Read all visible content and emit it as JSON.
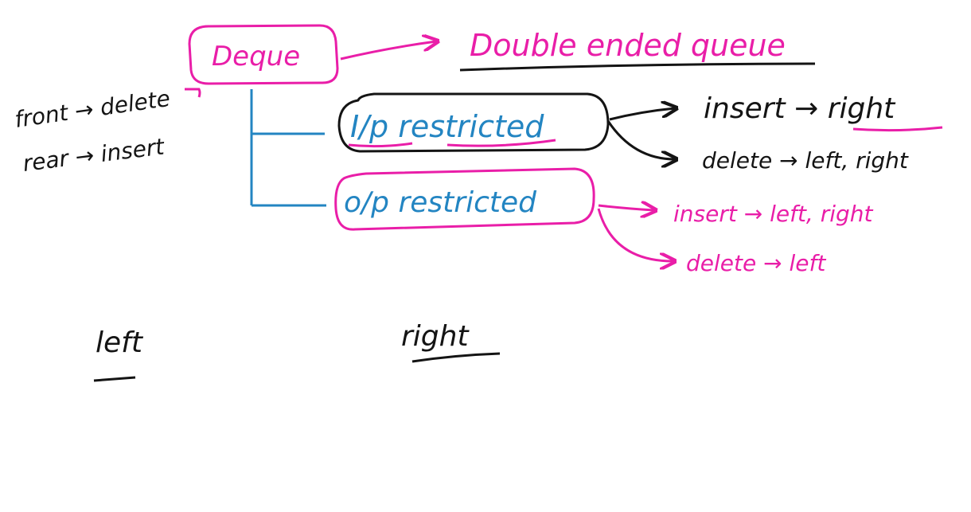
{
  "colors": {
    "pink": "#e91ea8",
    "blue": "#2385c2",
    "black": "#141414"
  },
  "root": {
    "label": "Deque",
    "definition": "Double ended queue"
  },
  "side_notes": {
    "front": "front → delete",
    "rear": "rear → insert"
  },
  "branches": [
    {
      "label": "I/p restricted",
      "rules": {
        "insert": "insert → right",
        "delete": "delete → left, right"
      }
    },
    {
      "label": "o/p restricted",
      "rules": {
        "insert": "insert → left, right",
        "delete": "delete → left"
      }
    }
  ],
  "bottom_labels": {
    "left": "left",
    "right": "right"
  }
}
